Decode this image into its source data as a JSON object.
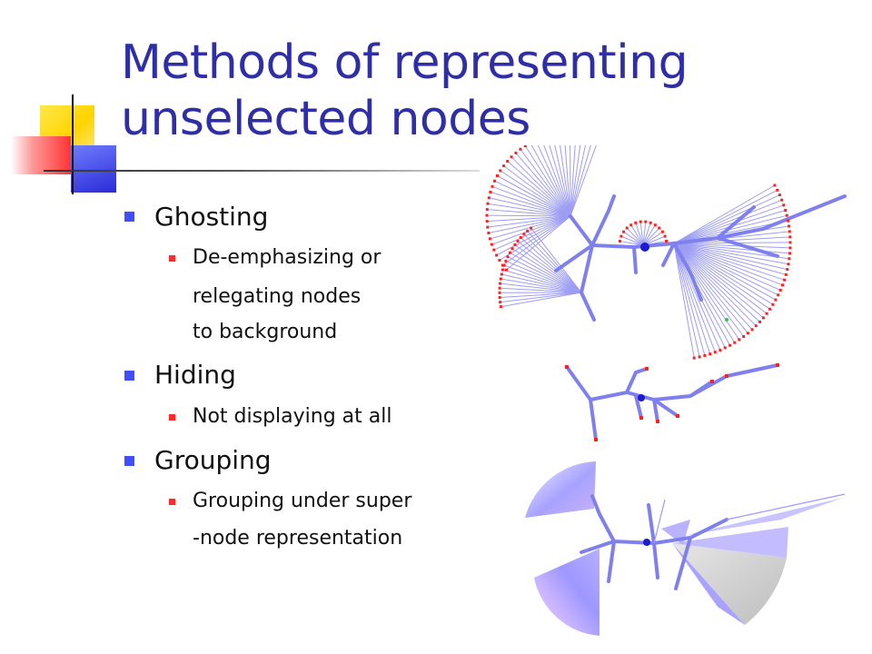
{
  "title": "Methods of representing unselected nodes",
  "bullets": [
    {
      "label": "Ghosting",
      "sub": [
        "De-emphasizing or",
        "relegating nodes",
        "to background"
      ]
    },
    {
      "label": "Hiding",
      "sub": [
        "Not displaying at all"
      ]
    },
    {
      "label": "Grouping",
      "sub": [
        "Grouping under super",
        "-node representation"
      ]
    }
  ],
  "colors": {
    "title": "#2e2ea8",
    "bullet_level1": "#3f4fff",
    "bullet_level2": "#ff2a2a",
    "tree_edge": "#7f80f0",
    "tree_node": "#ff2020",
    "root_node": "#1b1bd0",
    "group_fill": "#b9b3ff",
    "hidden_group_fill": "#cfcfcf"
  },
  "diagrams": [
    {
      "name": "ghosting-tree"
    },
    {
      "name": "hiding-tree"
    },
    {
      "name": "grouping-tree"
    }
  ]
}
